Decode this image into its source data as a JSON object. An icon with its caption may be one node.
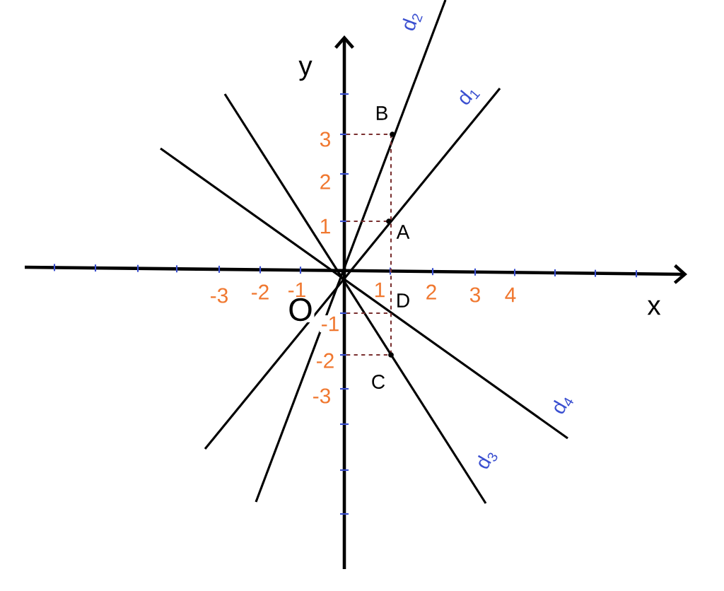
{
  "diagram": {
    "labels": [
      "d$_{2}$",
      "y",
      "d$_{1}$",
      "B",
      "3",
      "2",
      "1",
      "A",
      "-3",
      "-2",
      "-1",
      "1",
      "D",
      "2",
      "3",
      "4",
      "x",
      "O",
      "-1",
      "-2",
      "C",
      "-3",
      "d$_{4}$",
      "d$_{3}$"
    ]
  }
}
